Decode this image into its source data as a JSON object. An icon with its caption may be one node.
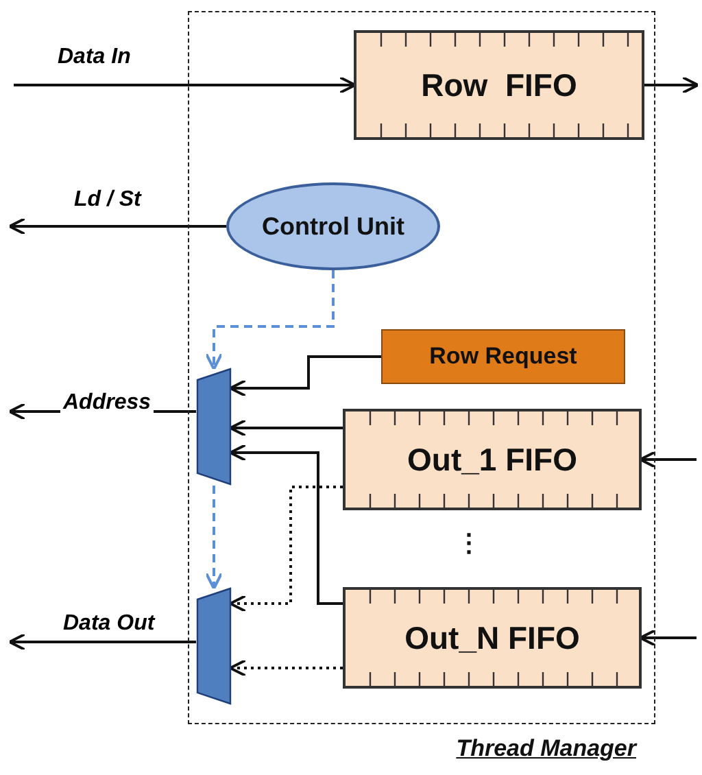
{
  "diagram": {
    "nodes": [
      {
        "text": [
          "Thread Manager"
        ]
      },
      {
        "text": [
          "Row  FIFO"
        ],
        "in": 0
      },
      {
        "text": [
          "Control Unit"
        ],
        "in": 0
      },
      {
        "text": [
          "Row Request"
        ],
        "in": 0
      },
      {
        "text": [],
        "shape": "trapezoid",
        "in": 0
      },
      {
        "text": [],
        "shape": "trapezoid",
        "in": 0
      },
      {
        "text": [
          "Out_1 FIFO"
        ],
        "in": 0
      },
      {
        "text": [
          "Out_N FIFO"
        ],
        "in": 0
      }
    ],
    "edges": [
      {
        "from": null,
        "to": 1,
        "arrow": "to",
        "label": "Data In"
      },
      {
        "from": 1,
        "to": null,
        "arrow": "to"
      },
      {
        "from": 2,
        "to": null,
        "arrow": "to",
        "label": "Ld / St"
      },
      {
        "from": 2,
        "to": 4,
        "arrow": "to",
        "style": "dashed",
        "color": "#5b8fd6"
      },
      {
        "from": 4,
        "to": 5,
        "arrow": "to",
        "style": "dashed",
        "color": "#5b8fd6"
      },
      {
        "from": 3,
        "to": 4,
        "arrow": "to"
      },
      {
        "from": 6,
        "to": 4,
        "arrow": "to"
      },
      {
        "from": 7,
        "to": 4,
        "arrow": "to"
      },
      {
        "from": 6,
        "to": 5,
        "arrow": "to",
        "style": "dashed"
      },
      {
        "from": 7,
        "to": 5,
        "arrow": "to",
        "style": "dashed"
      },
      {
        "from": 4,
        "to": null,
        "arrow": "to",
        "label": "Address"
      },
      {
        "from": 5,
        "to": null,
        "arrow": "to",
        "label": "Data Out"
      },
      {
        "from": null,
        "to": 6,
        "arrow": "to"
      },
      {
        "from": null,
        "to": 7,
        "arrow": "to"
      }
    ],
    "labels": [
      "⋮"
    ]
  }
}
